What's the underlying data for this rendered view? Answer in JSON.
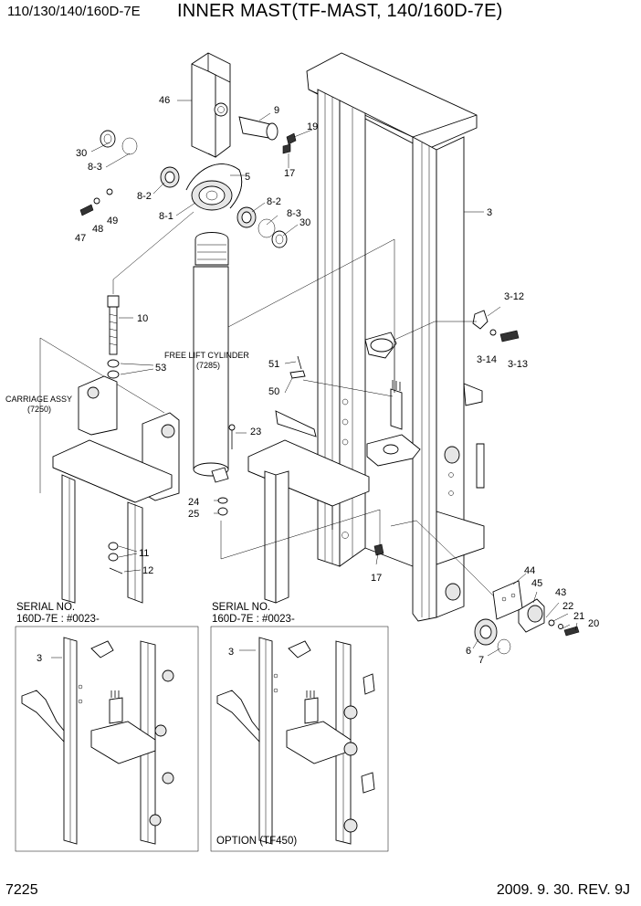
{
  "header": {
    "model": "110/130/140/160D-7E",
    "title": "INNER MAST(TF-MAST, 140/160D-7E)"
  },
  "footer": {
    "page": "7225",
    "revision": "2009. 9. 30. REV. 9J"
  },
  "callouts": {
    "c46": "46",
    "c9": "9",
    "c19": "19",
    "c17a": "17",
    "c5": "5",
    "c30a": "30",
    "c83a": "8-3",
    "c82a": "8-2",
    "c81": "8-1",
    "c47": "47",
    "c48": "48",
    "c49": "49",
    "c82b": "8-2",
    "c83b": "8-3",
    "c30b": "30",
    "c3": "3",
    "c312": "3-12",
    "c314": "3-14",
    "c313": "3-13",
    "c10": "10",
    "c53": "53",
    "c51": "51",
    "c50": "50",
    "c23": "23",
    "c24": "24",
    "c25": "25",
    "c11": "11",
    "c12": "12",
    "c17b": "17",
    "c44": "44",
    "c45": "45",
    "c43": "43",
    "c22": "22",
    "c21": "21",
    "c20": "20",
    "c6": "6",
    "c7": "7",
    "c3b": "3",
    "c3c": "3"
  },
  "notes": {
    "free_lift_1": "FREE LIFT CYLINDER",
    "free_lift_2": "(7285)",
    "carriage_1": "CARRIAGE ASSY",
    "carriage_2": "(7250)",
    "serial_left_1": "SERIAL NO.",
    "serial_left_2": "160D-7E : #0023-",
    "serial_right_1": "SERIAL NO.",
    "serial_right_2": "160D-7E : #0023-",
    "option": "OPTION (TF450)"
  }
}
